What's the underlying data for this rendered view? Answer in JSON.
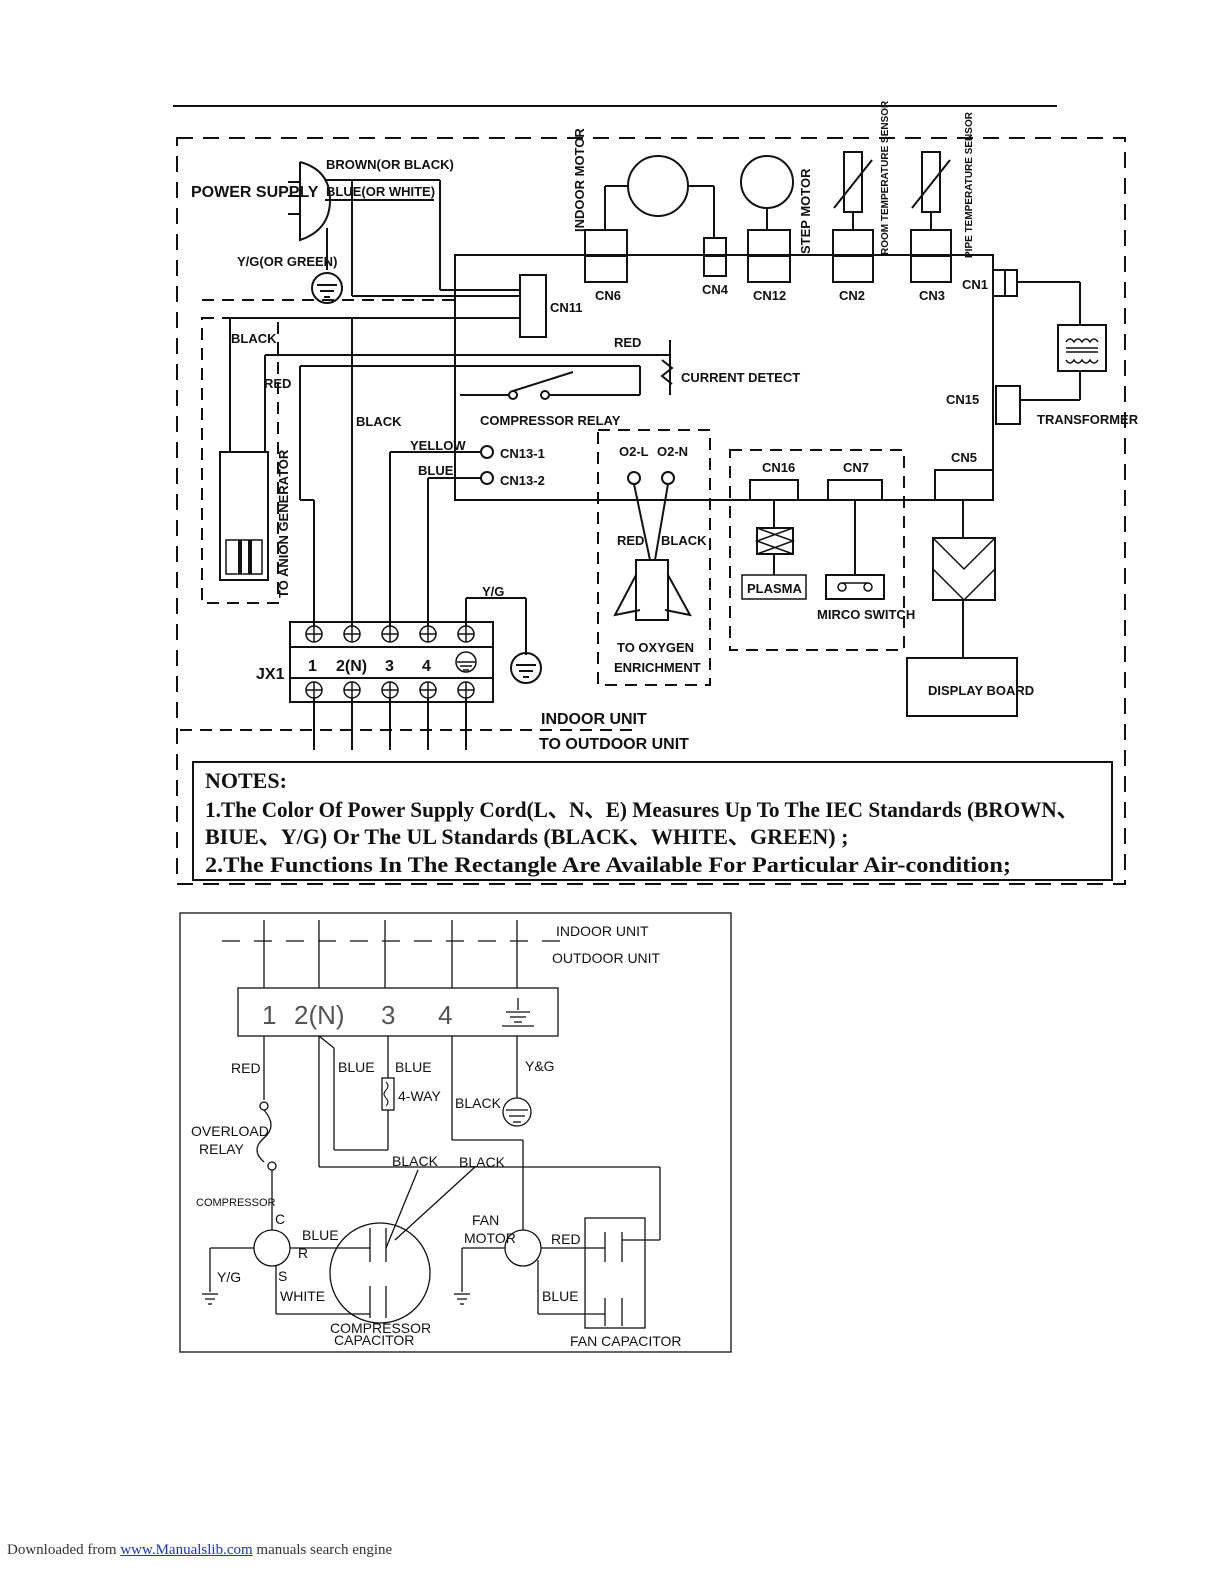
{
  "diagram1": {
    "power_supply": "POWER SUPPLY",
    "brown": "BROWN(OR BLACK)",
    "blue": "BLUE(OR WHITE)",
    "yg": "Y/G(OR GREEN)",
    "indoor_motor": "INDOOR MOTOR",
    "step_motor": "STEP MOTOR",
    "room_sensor": "ROOM TEMPERATURE SENSOR",
    "pipe_sensor": "PIPE TEMPERATURE SENSOR",
    "cn6": "CN6",
    "cn4": "CN4",
    "cn12": "CN12",
    "cn2": "CN2",
    "cn3": "CN3",
    "cn1": "CN1",
    "cn11": "CN11",
    "cn15": "CN15",
    "cn16": "CN16",
    "cn7": "CN7",
    "cn5": "CN5",
    "cn13_1": "CN13-1",
    "cn13_2": "CN13-2",
    "black1": "BLACK",
    "red1": "RED",
    "black2": "BLACK",
    "red2": "RED",
    "yellow": "YELLOW",
    "blue2": "BLUE",
    "current_detect": "CURRENT DETECT",
    "compressor_relay": "COMPRESSOR RELAY",
    "transformer": "TRANSFORMER",
    "anion": "TO ANION GENERATOR",
    "o2l": "O2-L",
    "o2n": "O2-N",
    "red3": "RED",
    "black3": "BLACK",
    "oxygen1": "TO OXYGEN",
    "oxygen2": "ENRICHMENT",
    "plasma": "PLASMA",
    "micro_switch": "MIRCO SWITCH",
    "display_board": "DISPLAY BOARD",
    "yg2": "Y/G",
    "jx1": "JX1",
    "term1": "1",
    "term2": "2(N)",
    "term3": "3",
    "term4": "4",
    "indoor_unit": "INDOOR UNIT",
    "to_outdoor": "TO OUTDOOR UNIT",
    "notes_title": "NOTES:",
    "note1a": "1.The Color Of Power Supply Cord(L、N、E) Measures Up To The IEC Standards (BROWN、",
    "note1b": "BIUE、Y/G)  Or The UL Standards (BLACK、WHITE、GREEN) ;",
    "note2": "2.The Functions In The Rectangle Are Available For Particular Air-condition;"
  },
  "diagram2": {
    "indoor_unit": "INDOOR UNIT",
    "outdoor_unit": "OUTDOOR UNIT",
    "t1": "1",
    "t2": "2(N)",
    "t3": "3",
    "t4": "4",
    "red": "RED",
    "blue1": "BLUE",
    "blue2": "BLUE",
    "yg": "Y&G",
    "four_way": "4-WAY",
    "black1": "BLACK",
    "overload1": "OVERLOAD",
    "overload2": "RELAY",
    "black2": "BLACK",
    "black3": "BLACK",
    "compressor": "COMPRESSOR",
    "c": "C",
    "blue3": "BLUE",
    "r": "R",
    "s": "S",
    "yg2": "Y/G",
    "white": "WHITE",
    "fan1": "FAN",
    "fan2": "MOTOR",
    "red2": "RED",
    "blue4": "BLUE",
    "comp_cap1": "COMPRESSOR",
    "comp_cap2": "CAPACITOR",
    "fan_cap": "FAN CAPACITOR"
  },
  "footer": {
    "prefix": "Downloaded from",
    "link": "www.Manualslib.com",
    "suffix": "manuals search engine"
  }
}
